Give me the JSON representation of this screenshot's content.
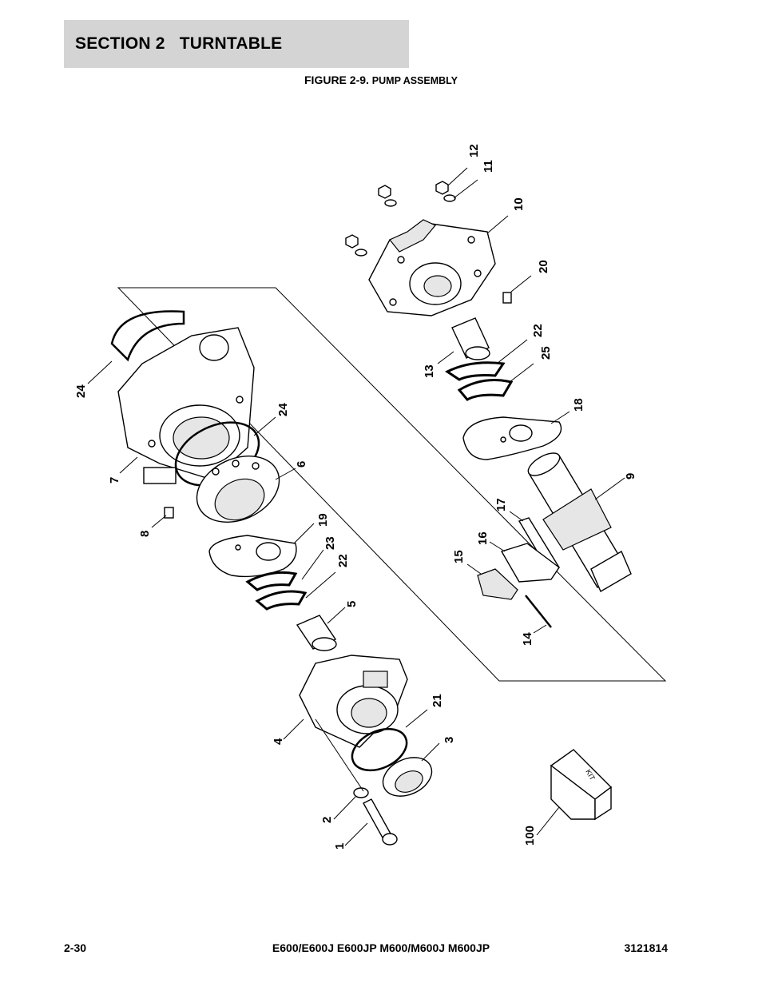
{
  "header": {
    "section": "SECTION 2",
    "title": "TURNTABLE"
  },
  "figure": {
    "label": "FIGURE 2-9.",
    "caption": "PUMP ASSEMBLY"
  },
  "diagram": {
    "callouts": [
      "12",
      "11",
      "10",
      "20",
      "22",
      "25",
      "13",
      "18",
      "9",
      "17",
      "16",
      "15",
      "14",
      "24",
      "24",
      "7",
      "6",
      "8",
      "19",
      "23",
      "22",
      "5",
      "21",
      "4",
      "3",
      "2",
      "1",
      "100"
    ],
    "kit_text": "KIT"
  },
  "footer": {
    "page": "2-30",
    "models": "E600/E600J E600JP M600/M600J M600JP",
    "doc_number": "3121814"
  }
}
